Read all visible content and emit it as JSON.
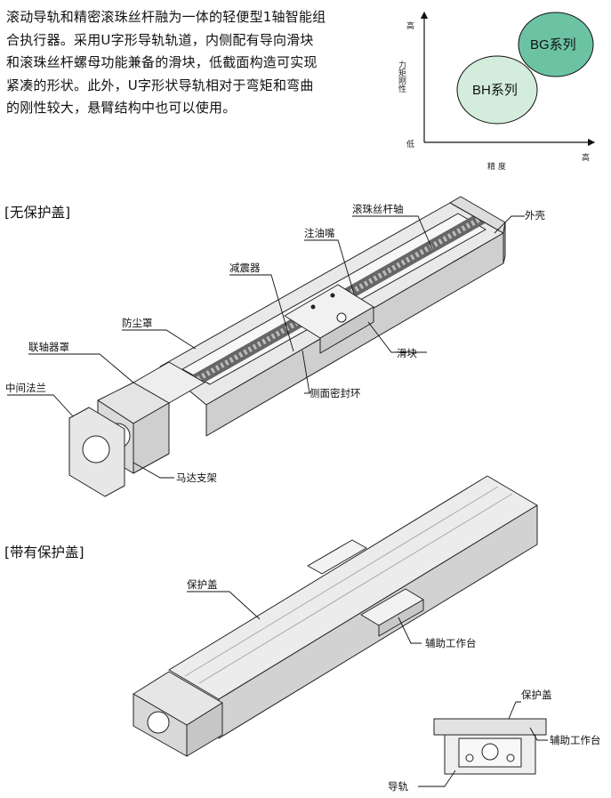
{
  "intro_lines": [
    "滚动导轨和精密滚珠丝杆融为一体的轻便型1轴智能组",
    "合执行器。采用U字形导轨轨道，内侧配有导向滑块",
    "和滚珠丝杆螺母功能兼备的滑块，低截面构造可实现",
    "紧凑的形状。此外，U字形状导轨相对于弯矩和弯曲",
    "的刚性较大，悬臂结构中也可以使用。"
  ],
  "position_chart": {
    "y_axis_label": "力矩刚性",
    "y_high": "高",
    "y_low": "低",
    "x_axis_label": "精 度",
    "x_high": "高",
    "bubbles": [
      {
        "label": "BG系列",
        "color": "#6cc3a4"
      },
      {
        "label": "BH系列",
        "color": "#d3ecdb"
      }
    ]
  },
  "section_no_cover": {
    "title": "[无保护盖]",
    "callouts": {
      "ball_screw": "滚珠丝杆轴",
      "housing": "外壳",
      "grease_nipple": "注油嘴",
      "damper": "减震器",
      "dust_cover": "防尘罩",
      "coupling_cover": "联轴器罩",
      "slider": "滑块",
      "side_seal": "侧面密封环",
      "intermediate_flange": "中间法兰",
      "motor_bracket": "马达支架"
    }
  },
  "section_with_cover": {
    "title": "[带有保护盖]",
    "callouts": {
      "protective_cover": "保护盖",
      "aux_table": "辅助工作台",
      "cs_cover": "保护盖",
      "cs_aux_table": "辅助工作台",
      "cs_rail": "导轨"
    }
  }
}
